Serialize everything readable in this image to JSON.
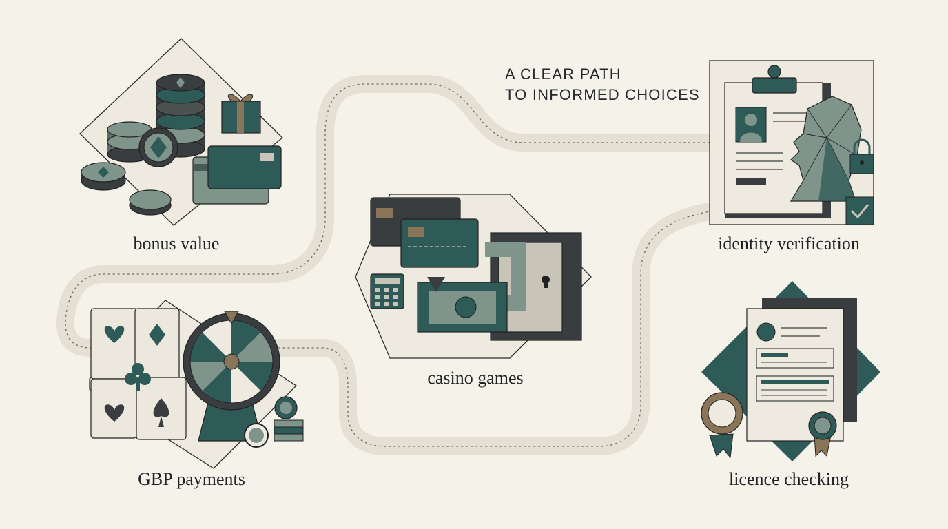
{
  "title": {
    "line1": "A CLEAR PATH",
    "line2": "TO INFORMED CHOICES"
  },
  "steps": [
    {
      "label": "bonus value",
      "icon": "coins-gift-card-icon"
    },
    {
      "label": "GBP payments",
      "icon": "cards-wheel-chips-icon"
    },
    {
      "label": "casino games",
      "icon": "cards-cash-safe-icon"
    },
    {
      "label": "identity verification",
      "icon": "id-clipboard-lock-icon"
    },
    {
      "label": "licence checking",
      "icon": "licence-certificate-icon"
    }
  ],
  "colors": {
    "background": "#f5f2ea",
    "teal": "#2e5a57",
    "sage": "#7f948b",
    "charcoal": "#3a3d3f",
    "path": "#e5e0d3",
    "bronze": "#8a7558"
  }
}
